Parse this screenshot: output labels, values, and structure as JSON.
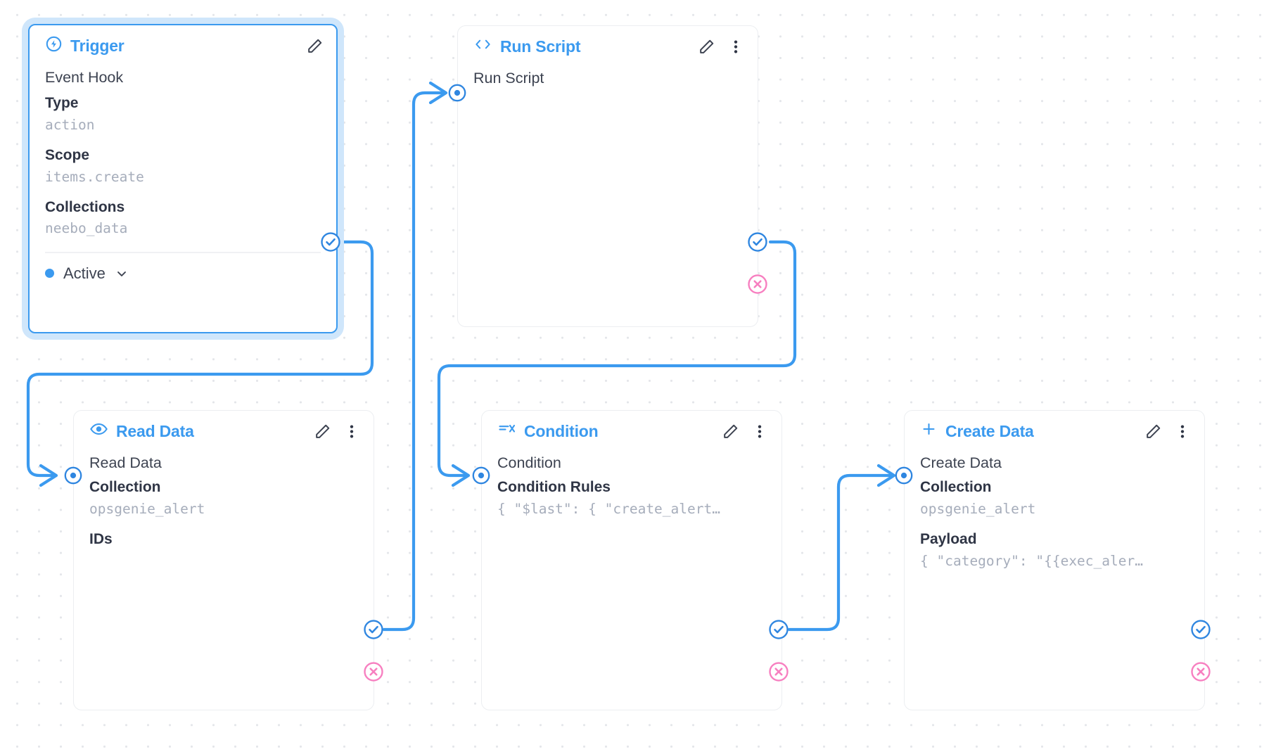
{
  "canvas": {
    "background_color": "#ffffff",
    "grid_dot_color": "#e4e6ea",
    "accent_color": "#3b9aef",
    "reject_color": "#f77fc0",
    "edge_color": "#3b9aef"
  },
  "nodes": [
    {
      "id": "trigger",
      "title": "Trigger",
      "icon": "bolt-circle-icon",
      "selected": true,
      "row_name": "Event Hook",
      "fields": [
        {
          "label": "Type",
          "value": "action"
        },
        {
          "label": "Scope",
          "value": "items.create"
        },
        {
          "label": "Collections",
          "value": "neebo_data"
        }
      ],
      "status": {
        "label": "Active",
        "dot_color": "#3b9aef",
        "chevron": "chevron-down-icon"
      },
      "has_edit": true,
      "has_menu": false,
      "handles": {
        "success": true,
        "reject": false,
        "target": false
      }
    },
    {
      "id": "run-script",
      "title": "Run Script",
      "icon": "code-brackets-icon",
      "selected": false,
      "row_name": "Run Script",
      "fields": [],
      "has_edit": true,
      "has_menu": true,
      "handles": {
        "success": true,
        "reject": true,
        "target": true
      }
    },
    {
      "id": "read-data",
      "title": "Read Data",
      "icon": "eye-icon",
      "selected": false,
      "row_name": "Read Data",
      "fields": [
        {
          "label": "Collection",
          "value": "opsgenie_alert"
        },
        {
          "label": "IDs",
          "value": ""
        }
      ],
      "has_edit": true,
      "has_menu": true,
      "handles": {
        "success": true,
        "reject": true,
        "target": true
      }
    },
    {
      "id": "condition",
      "title": "Condition",
      "icon": "condition-rules-icon",
      "selected": false,
      "row_name": "Condition",
      "fields": [
        {
          "label": "Condition Rules",
          "value": "{ \"$last\": { \"create_alert…"
        }
      ],
      "has_edit": true,
      "has_menu": true,
      "handles": {
        "success": true,
        "reject": true,
        "target": true
      }
    },
    {
      "id": "create-data",
      "title": "Create Data",
      "icon": "plus-icon",
      "selected": false,
      "row_name": "Create Data",
      "fields": [
        {
          "label": "Collection",
          "value": "opsgenie_alert"
        },
        {
          "label": "Payload",
          "value": "{ \"category\": \"{{exec_aler…"
        }
      ],
      "has_edit": true,
      "has_menu": true,
      "handles": {
        "success": true,
        "reject": true,
        "target": true
      }
    }
  ],
  "handle_icons": {
    "success": "check-circle-icon",
    "reject": "x-circle-icon",
    "target": "target-dot-icon",
    "edit": "pencil-icon",
    "menu": "more-vertical-icon"
  }
}
